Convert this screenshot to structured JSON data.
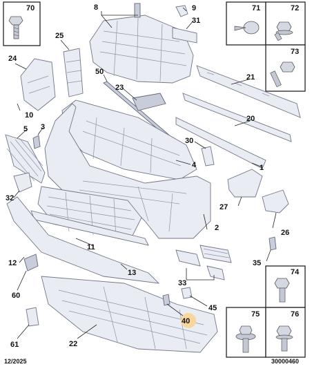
{
  "diagram": {
    "callouts": {
      "c1": "1",
      "c2": "2",
      "c3": "3",
      "c4": "4",
      "c5": "5",
      "c8": "8",
      "c9": "9",
      "c10": "10",
      "c11": "11",
      "c12": "12",
      "c13": "13",
      "c20": "20",
      "c21": "21",
      "c22": "22",
      "c23": "23",
      "c24": "24",
      "c25": "25",
      "c26": "26",
      "c27": "27",
      "c30": "30",
      "c31": "31",
      "c32": "32",
      "c33": "33",
      "c35": "35",
      "c40": "40",
      "c45": "45",
      "c50": "50",
      "c60": "60",
      "c61": "61"
    },
    "hardware_boxes": {
      "b70": "70",
      "b71": "71",
      "b72": "72",
      "b73": "73",
      "b74": "74",
      "b75": "75",
      "b76": "76"
    },
    "footer": {
      "date": "12/2025",
      "reference": "30000460"
    },
    "highlight_color": "#f7d79c"
  }
}
